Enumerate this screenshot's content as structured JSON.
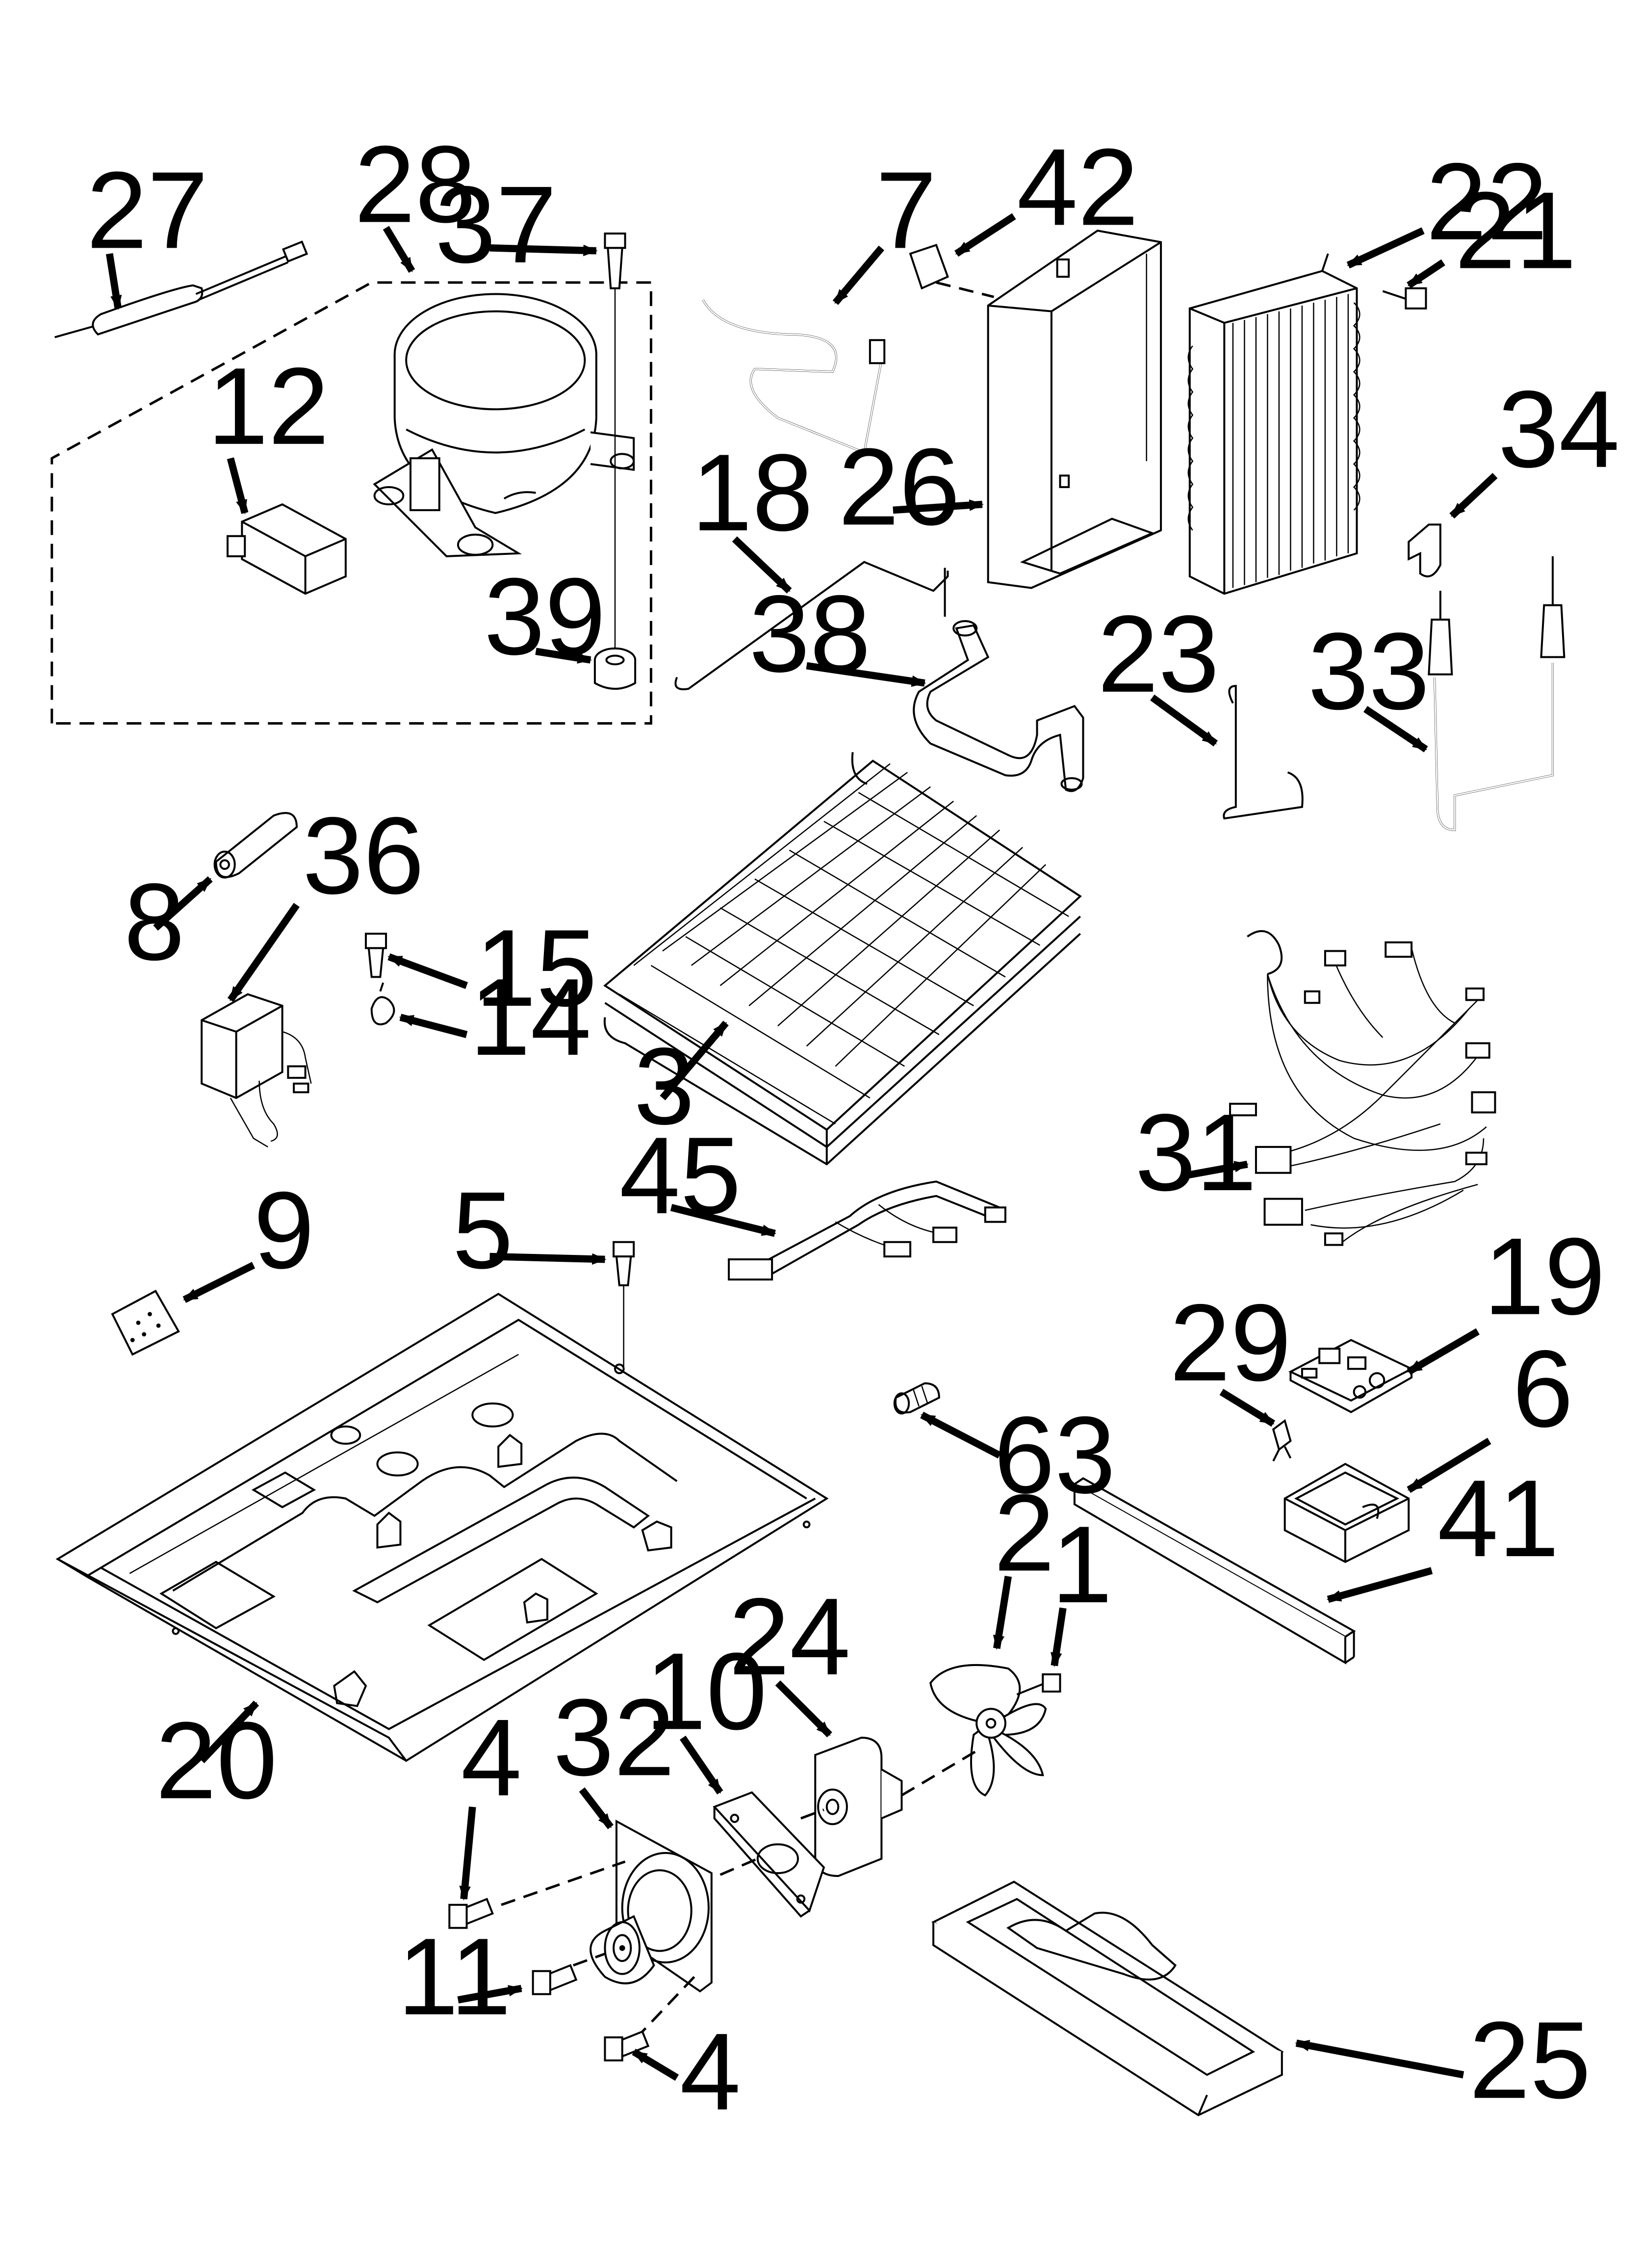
{
  "diagram": {
    "labels": {
      "l27": "27",
      "l28": "28",
      "l37": "37",
      "l7": "7",
      "l42": "42",
      "l22": "22",
      "l21": "21",
      "l12": "12",
      "l34": "34",
      "l26": "26",
      "l18": "18",
      "l39": "39",
      "l38": "38",
      "l23": "23",
      "l33": "33",
      "l36": "36",
      "l8": "8",
      "l15": "15",
      "l14": "14",
      "l3": "3",
      "l45": "45",
      "l31": "31",
      "l9": "9",
      "l5": "5",
      "l19": "19",
      "l29": "29",
      "l6": "6",
      "l63": "63",
      "l41": "41",
      "l2": "2",
      "l1": "1",
      "l24": "24",
      "l10": "10",
      "l20": "20",
      "l32": "32",
      "l4a": "4",
      "l11": "11",
      "l4b": "4",
      "l25": "25"
    }
  }
}
